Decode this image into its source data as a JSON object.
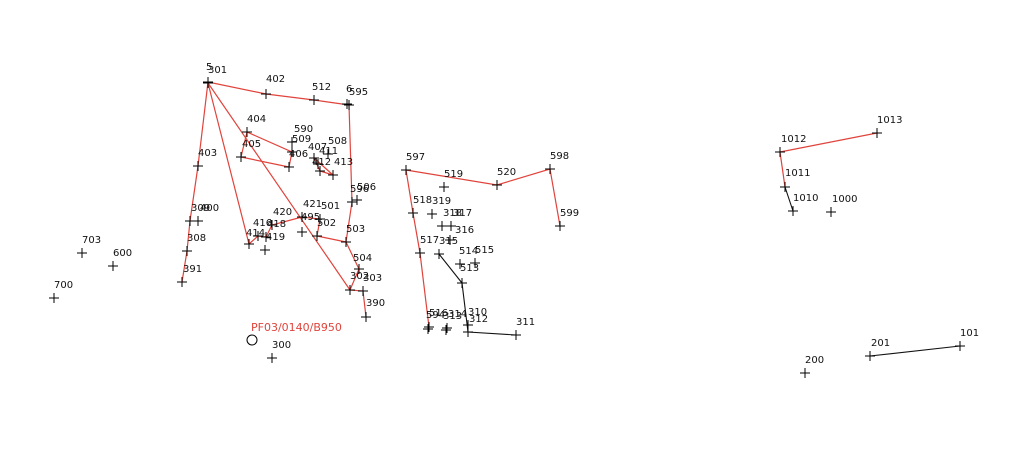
{
  "colors": {
    "boundary": "#e0443c",
    "line": "#111111",
    "point": "#000000",
    "reference": "#e0443c"
  },
  "reference_marker": {
    "label": "PF03/0140/B950",
    "label_anchor_id": "300",
    "icon": "circle-marker-icon"
  },
  "points": [
    {
      "id": "301"
    },
    {
      "id": "5"
    },
    {
      "id": "402"
    },
    {
      "id": "512"
    },
    {
      "id": "6"
    },
    {
      "id": "595"
    },
    {
      "id": "404"
    },
    {
      "id": "590"
    },
    {
      "id": "509"
    },
    {
      "id": "405"
    },
    {
      "id": "406"
    },
    {
      "id": "407"
    },
    {
      "id": "508"
    },
    {
      "id": "411"
    },
    {
      "id": "412"
    },
    {
      "id": "413"
    },
    {
      "id": "403"
    },
    {
      "id": "596"
    },
    {
      "id": "506"
    },
    {
      "id": "309"
    },
    {
      "id": "400"
    },
    {
      "id": "420"
    },
    {
      "id": "421"
    },
    {
      "id": "495"
    },
    {
      "id": "501"
    },
    {
      "id": "502"
    },
    {
      "id": "416"
    },
    {
      "id": "418"
    },
    {
      "id": "414"
    },
    {
      "id": "419"
    },
    {
      "id": "503"
    },
    {
      "id": "308"
    },
    {
      "id": "302"
    },
    {
      "id": "504"
    },
    {
      "id": "391"
    },
    {
      "id": "303"
    },
    {
      "id": "390"
    },
    {
      "id": "703"
    },
    {
      "id": "600"
    },
    {
      "id": "700"
    },
    {
      "id": "300"
    },
    {
      "id": "597"
    },
    {
      "id": "519"
    },
    {
      "id": "520"
    },
    {
      "id": "598"
    },
    {
      "id": "518"
    },
    {
      "id": "319"
    },
    {
      "id": "318"
    },
    {
      "id": "317"
    },
    {
      "id": "316"
    },
    {
      "id": "517"
    },
    {
      "id": "315"
    },
    {
      "id": "514"
    },
    {
      "id": "515"
    },
    {
      "id": "513"
    },
    {
      "id": "599"
    },
    {
      "id": "516"
    },
    {
      "id": "594"
    },
    {
      "id": "314"
    },
    {
      "id": "313"
    },
    {
      "id": "310"
    },
    {
      "id": "312"
    },
    {
      "id": "311"
    },
    {
      "id": "1012"
    },
    {
      "id": "1013"
    },
    {
      "id": "1011"
    },
    {
      "id": "1010"
    },
    {
      "id": "1000"
    },
    {
      "id": "200"
    },
    {
      "id": "201"
    },
    {
      "id": "101"
    }
  ],
  "lines": [
    {
      "style": "boundary",
      "path": [
        "5",
        "402",
        "512",
        "595"
      ]
    },
    {
      "style": "boundary",
      "path": [
        "5",
        "403",
        "309",
        "308",
        "391"
      ]
    },
    {
      "style": "boundary",
      "path": [
        "595",
        "596",
        "503",
        "504",
        "302",
        "303",
        "390"
      ]
    },
    {
      "style": "boundary",
      "path": [
        "404",
        "509",
        "406",
        "405",
        "404"
      ]
    },
    {
      "style": "boundary",
      "path": [
        "407",
        "413",
        "412",
        "407"
      ]
    },
    {
      "style": "boundary",
      "path": [
        "301",
        "302"
      ]
    },
    {
      "style": "boundary",
      "path": [
        "301",
        "414",
        "416",
        "418",
        "420",
        "421",
        "501",
        "502",
        "503"
      ]
    },
    {
      "style": "boundary",
      "path": [
        "597",
        "520",
        "598",
        "599"
      ]
    },
    {
      "style": "boundary",
      "path": [
        "597",
        "518",
        "517",
        "516",
        "594"
      ]
    },
    {
      "style": "boundary",
      "path": [
        "1012",
        "1013"
      ]
    },
    {
      "style": "boundary",
      "path": [
        "1012",
        "1011"
      ]
    },
    {
      "style": "black",
      "path": [
        "1011",
        "1010"
      ]
    },
    {
      "style": "black",
      "path": [
        "315",
        "513",
        "312",
        "311"
      ]
    },
    {
      "style": "black",
      "path": [
        "201",
        "101"
      ]
    }
  ]
}
